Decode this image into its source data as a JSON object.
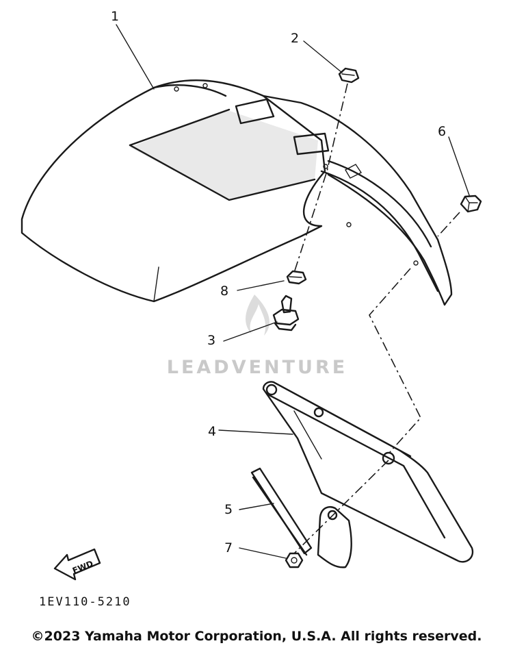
{
  "diagram": {
    "callouts": [
      {
        "id": "1",
        "label": "1"
      },
      {
        "id": "2",
        "label": "2"
      },
      {
        "id": "3",
        "label": "3"
      },
      {
        "id": "4",
        "label": "4"
      },
      {
        "id": "5",
        "label": "5"
      },
      {
        "id": "6",
        "label": "6"
      },
      {
        "id": "7",
        "label": "7"
      },
      {
        "id": "8",
        "label": "8"
      }
    ],
    "fwd_label": "FWD",
    "part_code": "1EV110-5210",
    "watermark": "LEADVENTURE"
  },
  "footer": {
    "copyright": "©2023 Yamaha Motor Corporation, U.S.A. All rights reserved."
  }
}
